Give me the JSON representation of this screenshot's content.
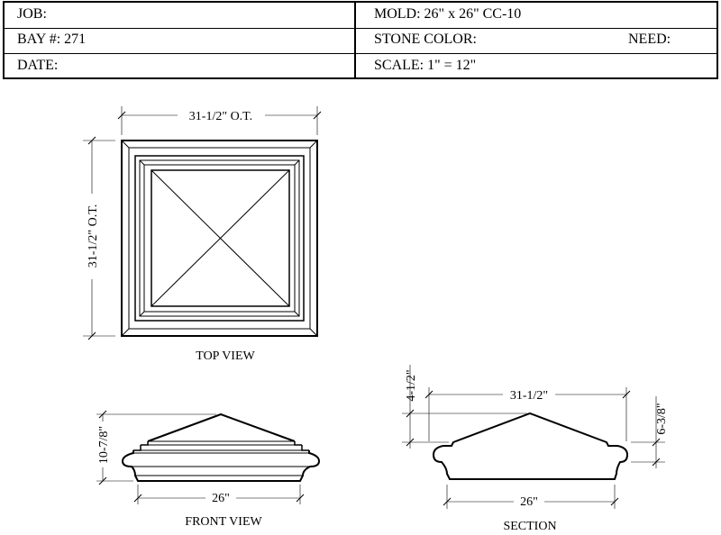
{
  "title_block": {
    "job_label": "JOB:",
    "mold": "MOLD: 26\" x 26\" CC-10",
    "bay": "BAY #: 271",
    "stone_color_label": "STONE COLOR:",
    "need_label": "NEED:",
    "date_label": "DATE:",
    "scale": "SCALE:  1\" = 12\""
  },
  "top_view": {
    "caption": "TOP VIEW",
    "width_dim": "31-1/2\" O.T.",
    "height_dim": "31-1/2\" O.T."
  },
  "front_view": {
    "caption": "FRONT VIEW",
    "height_dim": "10-7/8\"",
    "base_width_dim": "26\""
  },
  "section_view": {
    "caption": "SECTION",
    "top_width_dim": "31-1/2\"",
    "left_height_dim": "4-1/2\"",
    "right_height_dim": "6-3/8\"",
    "base_width_dim": "26\""
  }
}
